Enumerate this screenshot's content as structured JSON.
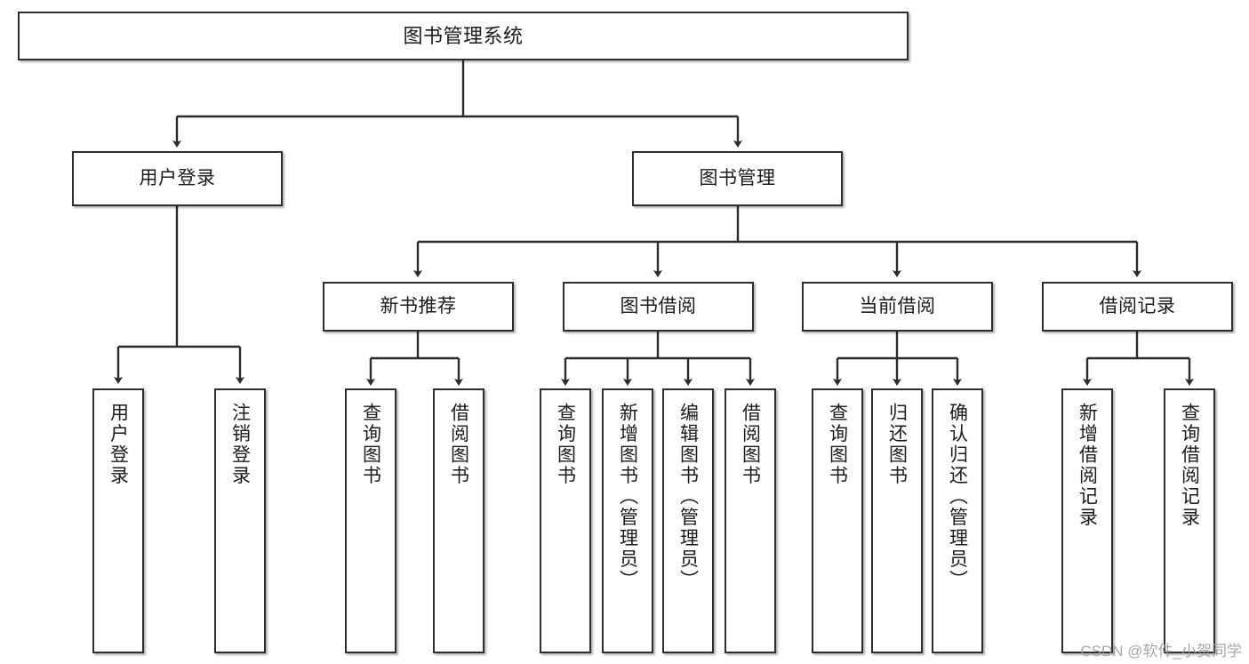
{
  "diagram": {
    "title": "图书管理系统",
    "type": "tree-hierarchy-diagram",
    "accent_color": "#2e2e2e",
    "background_color": "#ffffff",
    "root": {
      "label": "图书管理系统"
    },
    "level2": [
      {
        "label": "用户登录"
      },
      {
        "label": "图书管理"
      }
    ],
    "level3": [
      {
        "label": "新书推荐"
      },
      {
        "label": "图书借阅"
      },
      {
        "label": "当前借阅"
      },
      {
        "label": "借阅记录"
      }
    ],
    "leaves": {
      "user_login": [
        {
          "label": "用户登录"
        },
        {
          "label": "注销登录"
        }
      ],
      "new_book_recommend": [
        {
          "label": "查询图书"
        },
        {
          "label": "借阅图书"
        }
      ],
      "book_borrow": [
        {
          "label": "查询图书"
        },
        {
          "label": "新增图书（管理员）"
        },
        {
          "label": "编辑图书（管理员）"
        },
        {
          "label": "借阅图书"
        }
      ],
      "current_borrow": [
        {
          "label": "查询图书"
        },
        {
          "label": "归还图书"
        },
        {
          "label": "确认归还（管理员）"
        }
      ],
      "borrow_records": [
        {
          "label": "新增借阅记录"
        },
        {
          "label": "查询借阅记录"
        }
      ]
    },
    "watermark": "CSDN @软件_小贺同学"
  }
}
